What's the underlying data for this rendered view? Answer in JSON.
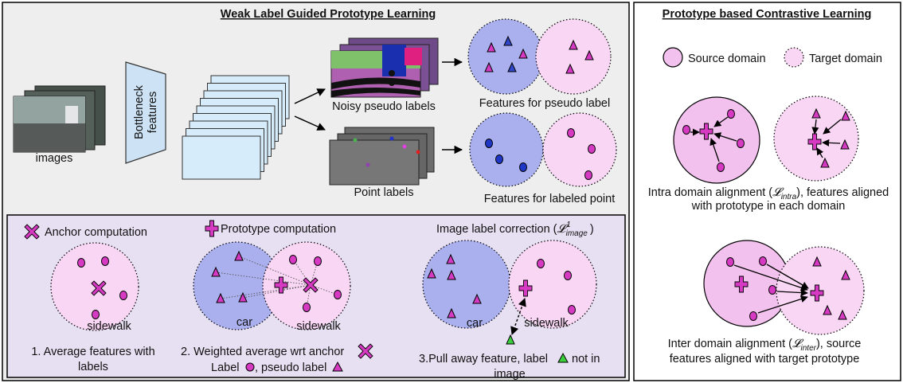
{
  "colors": {
    "source_fill": "#f3c1ee",
    "target_fill": "#f8d6f4",
    "car_fill": "#aab0ee",
    "magenta": "#d63ac2",
    "blue_triangle": "#2f46c9",
    "blue_dot": "#1f37c6",
    "green": "#3ccf3c",
    "bottom_panel": "#e7e0f2",
    "top_panel": "#eeeeee"
  },
  "weak_panel": {
    "title": "Weak Label Guided Prototype Learning",
    "images_label": "images",
    "bottleneck_label_1": "Bottleneck",
    "bottleneck_label_2": "features",
    "noisy_label": "Noisy pseudo labels",
    "point_label": "Point labels",
    "features_pseudo": "Features for pseudo label",
    "features_point": "Features for labeled point"
  },
  "bottom_panel": {
    "anchor_title": "Anchor computation",
    "prototype_title": "Prototype computation",
    "correction_title": "Image label correction (",
    "correction_symbol": "𝓛",
    "correction_sup": "1",
    "correction_sub": "image",
    "correction_close": ")",
    "sidewalk": "sidewalk",
    "car": "car",
    "caption_1_line1": "1.  Average features with",
    "caption_1_line2": "labels",
    "caption_2_line1": "2. Weighted average wrt anchor",
    "caption_2_label": "Label",
    "caption_2_pseudo": ", pseudo label",
    "caption_3_line1": "3.Pull away feature, label",
    "caption_3_notin": "not in",
    "caption_3_line2": "image"
  },
  "contrastive_panel": {
    "title": "Prototype based Contrastive Learning",
    "source_domain": "Source domain",
    "target_domain": "Target domain",
    "intra_line1_a": "Intra domain alignment (",
    "intra_symbol": "𝓛",
    "intra_sub": "intra",
    "intra_line1_b": "), features aligned",
    "intra_line2": "with prototype in each domain",
    "inter_line1_a": "Inter domain alignment (",
    "inter_symbol": "𝓛",
    "inter_sub": "inter",
    "inter_line1_b": "), source",
    "inter_line2": "features aligned with target prototype"
  }
}
